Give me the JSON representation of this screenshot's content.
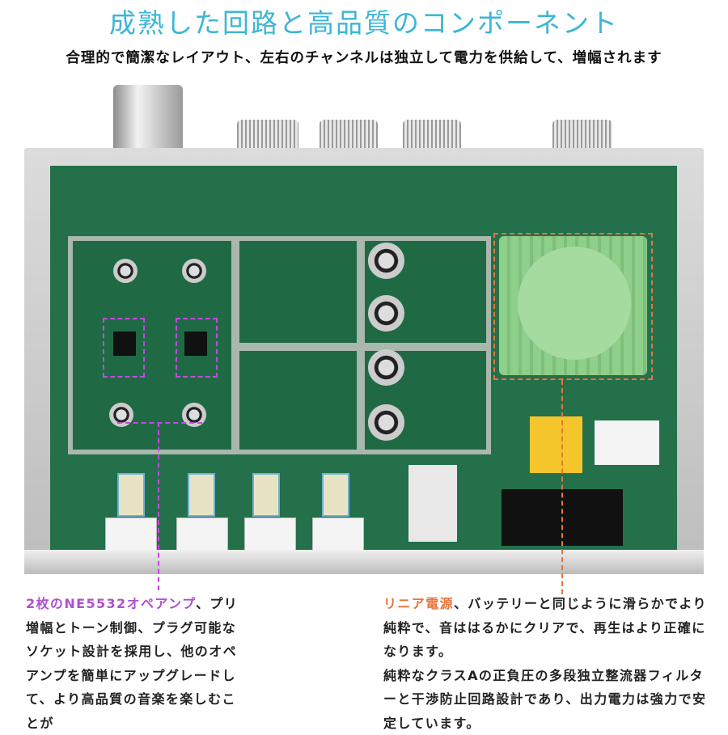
{
  "header": {
    "title": "成熟した回路と高品質のコンポーネント",
    "subtitle": "合理的で簡潔なレイアウト、左右のチャンネルは独立して電力を供給して、増幅されます"
  },
  "left_callout": {
    "highlight": "2枚のNE5532オペアンプ",
    "rest": "、プリ増幅とトーン制御、プラグ可能なソケット設計を採用し、他のオペアンプを簡単にアップグレードして、より高品質の音楽を楽しむことが",
    "color": "#b04fd0"
  },
  "right_callout": {
    "highlight": "リニア電源",
    "rest": "、バッテリーと同じように滑らかでより純粋で、音ははるかにクリアで、再生はより正確になります。",
    "paragraph2": "純粋なクラスAの正負圧の多段独立整流器フィルターと干渉防止回路設計であり、出力電力は強力で安定しています。",
    "color": "#e8743b"
  },
  "colors": {
    "title": "#3cb6d6",
    "pcb": "#23704a",
    "transformer": "#8fcf8c"
  }
}
